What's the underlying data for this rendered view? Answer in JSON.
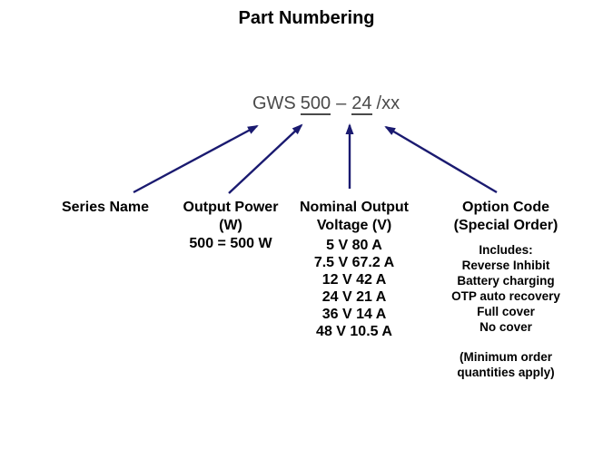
{
  "title": "Part Numbering",
  "part_number": {
    "series": "GWS",
    "power": "500",
    "separator": "–",
    "voltage": "24",
    "option_suffix": "/xx"
  },
  "columns": [
    {
      "heading": [
        "Series Name"
      ],
      "items": []
    },
    {
      "heading": [
        "Output Power",
        "(W)"
      ],
      "items": [
        "500 = 500 W"
      ]
    },
    {
      "heading": [
        "Nominal Output",
        "Voltage (V)"
      ],
      "items": [
        "5 V 80 A",
        "7.5 V 67.2 A",
        "12 V 42 A",
        "24 V 21 A",
        "36 V 14 A",
        "48 V 10.5 A"
      ]
    },
    {
      "heading": [
        "Option Code",
        "(Special Order)"
      ],
      "items": [
        "Includes:",
        "Reverse Inhibit",
        "Battery charging",
        "OTP auto recovery",
        "Full cover",
        "No cover"
      ],
      "note": [
        "(Minimum order",
        "quantities apply)"
      ]
    }
  ],
  "colors": {
    "arrow": "#1a1a70",
    "heading_text": "#000000",
    "part_number_text": "#4a4a4a",
    "background": "#ffffff"
  }
}
